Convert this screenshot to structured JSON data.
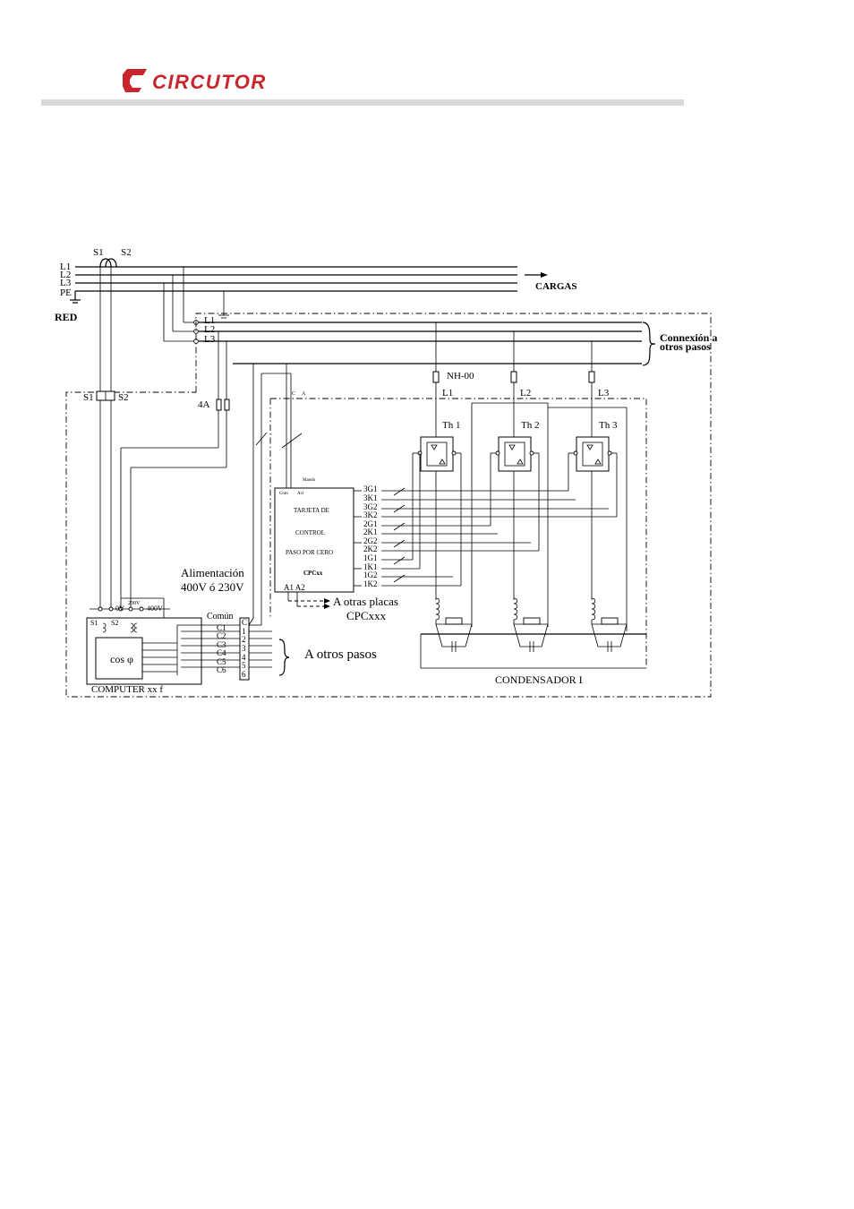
{
  "brand": {
    "name": "CIRCUTOR",
    "color": "#c8252c"
  },
  "lines": {
    "main": [
      "L1",
      "L2",
      "L3",
      "PE"
    ],
    "network_label": "RED",
    "loads_label": "CARGAS",
    "local": [
      "L1",
      "L2",
      "L3"
    ],
    "other_steps_connection_1": "Connexión a",
    "other_steps_connection_2": "otros pasos"
  },
  "transformer": {
    "s1": "S1",
    "s2": "S2"
  },
  "fuse": {
    "label": "4A",
    "nh_label": "NH-00"
  },
  "phases": [
    "L1",
    "L2",
    "L3"
  ],
  "thyristors": [
    "Th 1",
    "Th 2",
    "Th 3"
  ],
  "control_card": {
    "mando": "Mando",
    "com": "Com",
    "act": "Act",
    "top_c": "C",
    "top_a": "A",
    "line1": "TARJETA DE",
    "line2": "CONTROL",
    "line3": "PASO POR CERO",
    "model": "CPCxx",
    "a1a2": "A1 A2",
    "terminals": [
      "3G1",
      "3K1",
      "3G2",
      "3K2",
      "2G1",
      "2K1",
      "2G2",
      "2K2",
      "1G1",
      "1K1",
      "1G2",
      "1K2"
    ]
  },
  "supply": {
    "line1": "Alimentación",
    "line2": "400V ó 230V"
  },
  "other_boards": {
    "line1": "A otras placas",
    "line2": "CPCxxx"
  },
  "computer": {
    "terminals": [
      "S1",
      "S2",
      "0V",
      "230V",
      "400V"
    ],
    "common": "Común",
    "outputs": [
      "C1",
      "C2",
      "C3",
      "C4",
      "C5",
      "C6"
    ],
    "terminal_numbers": [
      "C",
      "1",
      "2",
      "3",
      "4",
      "5",
      "6"
    ],
    "cos_label": "cos φ",
    "name": "COMPUTER xx f"
  },
  "other_steps": "A otros pasos",
  "capacitor": "CONDENSADOR I"
}
